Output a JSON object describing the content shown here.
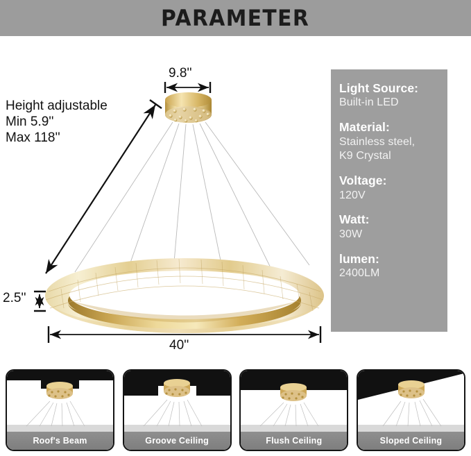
{
  "header": {
    "title": "PARAMETER"
  },
  "specs": {
    "items": [
      {
        "label": "Light Source:",
        "value": "Built-in LED"
      },
      {
        "label": "Material:",
        "value": "Stainless steel,\nK9 Crystal"
      },
      {
        "label": "Voltage:",
        "value": "120V"
      },
      {
        "label": "Watt:",
        "value": "30W"
      },
      {
        "label": "lumen:",
        "value": "2400LM"
      }
    ]
  },
  "annotations": {
    "height_adjustable": "Height adjustable\nMin 5.9''\nMax 118''",
    "canopy_diameter": "9.8''",
    "ring_thickness": "2.5''",
    "ring_diameter": "40''"
  },
  "install_options": [
    {
      "label": "Roof's Beam",
      "type": "beam"
    },
    {
      "label": "Groove Ceiling",
      "type": "groove"
    },
    {
      "label": "Flush Ceiling",
      "type": "flush"
    },
    {
      "label": "Sloped Ceiling",
      "type": "sloped"
    }
  ],
  "colors": {
    "banner_gray": "#9c9c9c",
    "panel_gray": "#9e9e9e",
    "caption_gray": "#8f8f8f",
    "gold_light": "#f0d89a",
    "gold": "#d4af5a",
    "gold_dark": "#a8842f",
    "crystal": "#f7ecc9",
    "ceiling_black": "#111111"
  }
}
